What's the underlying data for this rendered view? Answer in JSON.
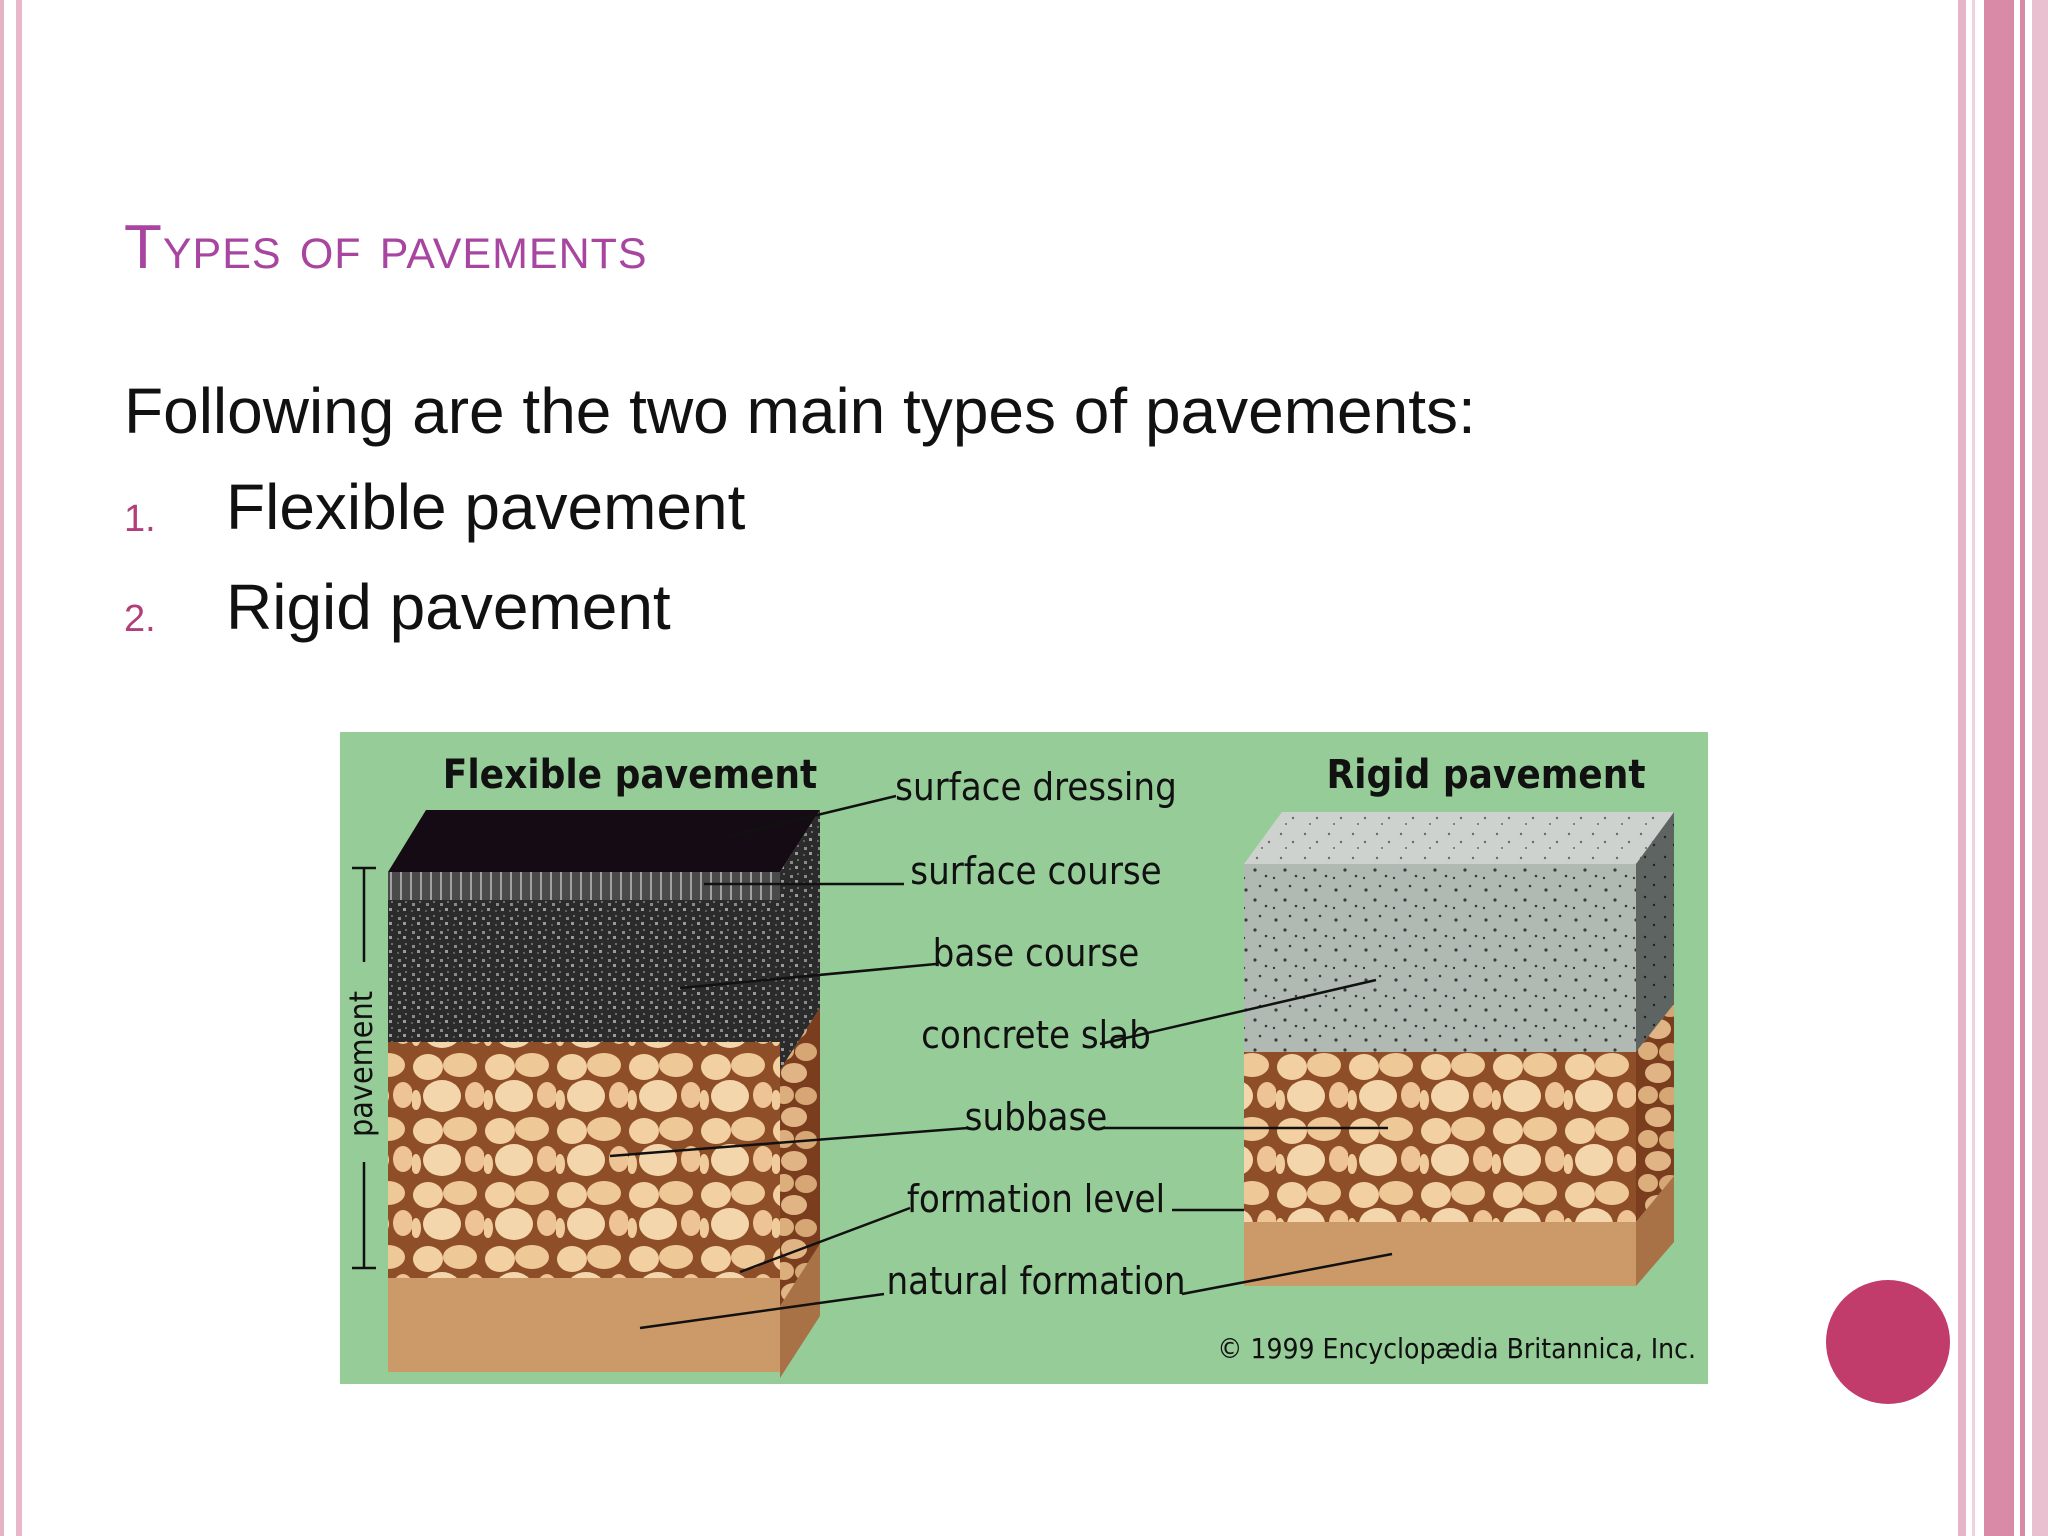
{
  "slide": {
    "title": "Types of pavements",
    "intro": "Following are the two main types of pavements:",
    "list": [
      {
        "number": "1.",
        "text": "Flexible pavement"
      },
      {
        "number": "2.",
        "text": "Rigid pavement"
      }
    ]
  },
  "diagram": {
    "heading_flexible": "Flexible pavement",
    "heading_rigid": "Rigid pavement",
    "labels": {
      "surface_dressing": "surface dressing",
      "surface_course": "surface course",
      "base_course": "base course",
      "concrete_slab": "concrete slab",
      "subbase": "subbase",
      "formation_level": "formation level",
      "natural_formation": "natural formation"
    },
    "dimension_label": "pavement",
    "copyright": "© 1999 Encyclopædia Britannica, Inc."
  },
  "colors": {
    "title": "#a845a0",
    "list_number": "#b13f7a",
    "diagram_background": "#96cc98",
    "asphalt": "#2a2a2a",
    "concrete": "#b3bcb6",
    "gravel": "#f0cc9c",
    "soil": "#cc9a68",
    "accent_circle": "#c13c6a"
  }
}
